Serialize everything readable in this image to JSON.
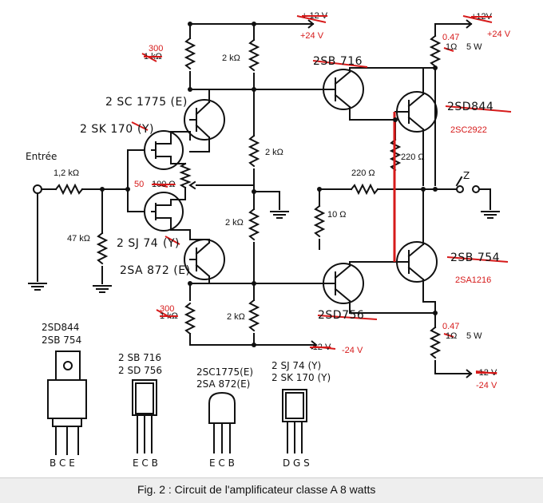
{
  "input": {
    "label": "Entrée",
    "r_in": "1,2 kΩ",
    "r_shunt": "47 kΩ"
  },
  "supply": {
    "pos_orig": "+ 12 V",
    "pos_new": "+24 V",
    "pos_orig_right": "+12V",
    "pos_new_right": "+24 V",
    "neg_orig": "-12 V",
    "neg_new": "-24 V",
    "neg_orig_right": "-12 V",
    "neg_new_right": "-24 V"
  },
  "resistors": {
    "top_left_orig": "1 kΩ",
    "top_left_new": "300",
    "top_mid": "2 kΩ",
    "center": "2 kΩ",
    "mid_low": "2 kΩ",
    "bot_mid": "2 kΩ",
    "bot_left_orig": "1 kΩ",
    "bot_left_new": "300",
    "pot_orig": "100 Ω",
    "pot_new": "50",
    "r220_vert": "220 Ω",
    "r220_horiz": "220 Ω",
    "r10": "10 Ω",
    "emitter_top_orig": "1Ω",
    "emitter_top_new": "0.47",
    "emitter_top_watt": "5 W",
    "emitter_bot_orig": "1Ω",
    "emitter_bot_new": "0.47",
    "emitter_bot_watt": "5 W"
  },
  "transistors": {
    "q_2sc1775": "2 SC 1775 (E)",
    "q_2sk170": "2 SK 170",
    "q_2sk170_suffix": "(Y)",
    "q_2sj74": "2 SJ 74",
    "q_2sj74_suffix": "(Y)",
    "q_2sa872": "2SA 872 (E)",
    "q_2sb716": "2SB 716",
    "q_2sd844": "2SD844",
    "q_2sd844_new": "2SC2922",
    "q_2sd754": "2SB 754",
    "q_2sd754_new": "2SA1216",
    "q_2sd756": "2SD756"
  },
  "output": {
    "label": "Z"
  },
  "packages": [
    {
      "names": [
        "2SD844",
        "2SB 754"
      ],
      "pins": "B C E"
    },
    {
      "names": [
        "2 SB 716",
        "2 SD 756"
      ],
      "pins": "E C B"
    },
    {
      "names": [
        "2SC1775(E)",
        "2SA 872(E)"
      ],
      "pins": "E C B"
    },
    {
      "names": [
        "2 SJ 74 (Y)",
        "2 SK 170 (Y)"
      ],
      "pins": "D G S"
    }
  ],
  "caption": "Fig. 2 : Circuit de l'amplificateur classe A 8 watts",
  "colors": {
    "ink": "#111111",
    "annotation": "#d61a1a",
    "caption_bg": "#eeeeee"
  }
}
